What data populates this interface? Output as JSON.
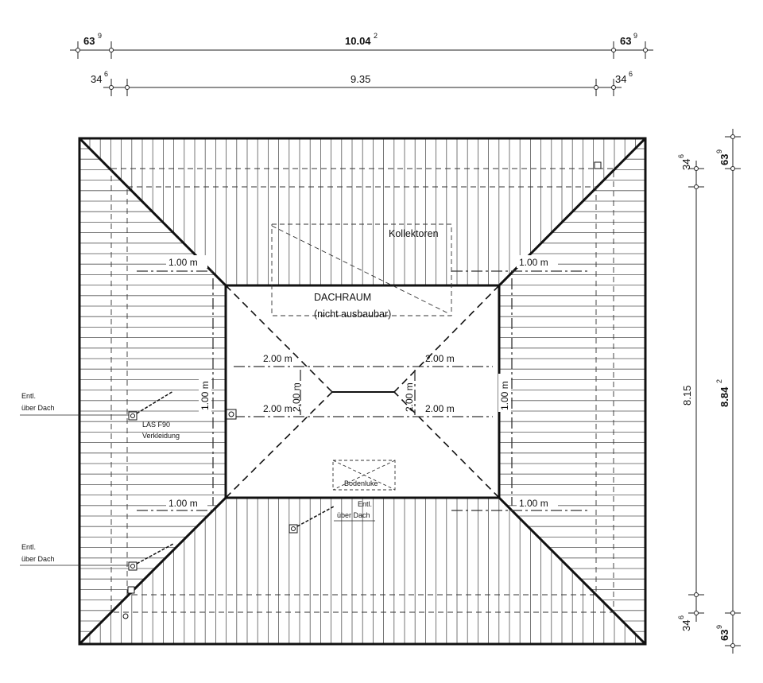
{
  "dimensions": {
    "top_row1": {
      "left": "63",
      "left_sup": "9",
      "center": "10.04",
      "center_sup": "2",
      "right": "63",
      "right_sup": "9"
    },
    "top_row2": {
      "left": "34",
      "left_sup": "6",
      "center": "9.35",
      "right": "34",
      "right_sup": "6"
    },
    "right_col1": {
      "top": "34",
      "top_sup": "6",
      "center": "8.15",
      "bottom": "34",
      "bottom_sup": "6"
    },
    "right_col2": {
      "top": "63",
      "top_sup": "9",
      "center": "8.84",
      "center_sup": "2",
      "bottom": "63",
      "bottom_sup": "9"
    }
  },
  "labels": {
    "attic_title": "DACHRAUM",
    "attic_subtitle": "(nicht ausbaubar)",
    "collectors": "Kollektoren",
    "hatch": "Bodenluke",
    "vent_left_1": "Entl.",
    "vent_left_2": "über Dach",
    "vent_left_lower_1": "Entl.",
    "vent_left_lower_2": "über Dach",
    "vent_center_1": "Entl.",
    "vent_center_2": "über Dach",
    "las_1": "LAS F90",
    "las_2": "Verkleidung"
  },
  "measures": {
    "m100": "1.00 m",
    "m200": "2.00 m"
  }
}
